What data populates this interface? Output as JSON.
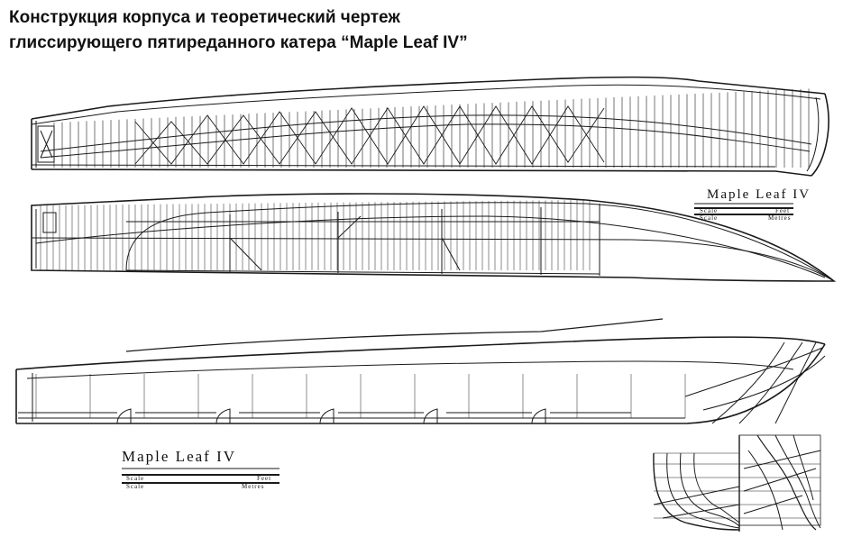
{
  "heading": {
    "line1": "Конструкция корпуса и теоретический чертеж",
    "line2": "глиссирующего пятиреданного катера “Maple Leaf IV”"
  },
  "label_upper": {
    "title": "Maple Leaf IV",
    "scale_left": "Scale",
    "scale_right": "Feet",
    "metres_left": "Scale",
    "metres_right": "Metres"
  },
  "label_lower": {
    "title": "Maple Leaf IV",
    "scale_left": "Scale",
    "scale_right": "Feet",
    "metres_left": "Scale",
    "metres_right": "Metres"
  },
  "colors": {
    "ink": "#1a1a1a",
    "paper": "#ffffff"
  }
}
